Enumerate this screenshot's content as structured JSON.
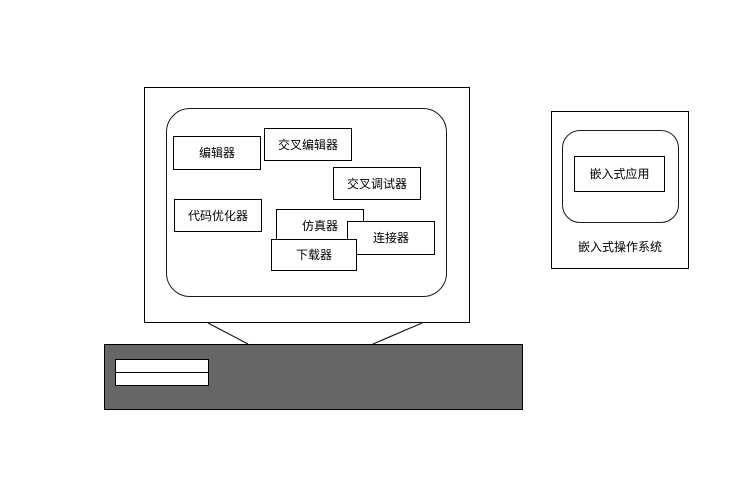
{
  "monitor": {
    "tools": [
      {
        "label": "编辑器"
      },
      {
        "label": "交叉编辑器"
      },
      {
        "label": "交叉调试器"
      },
      {
        "label": "代码优化器"
      },
      {
        "label": "仿真器"
      },
      {
        "label": "连接器"
      },
      {
        "label": "下载器"
      }
    ]
  },
  "target_device": {
    "app_label": "嵌入式应用",
    "os_label": "嵌入式操作系统"
  },
  "colors": {
    "computer_base_gray": "#666666",
    "line_black": "#000000",
    "background": "#ffffff"
  }
}
